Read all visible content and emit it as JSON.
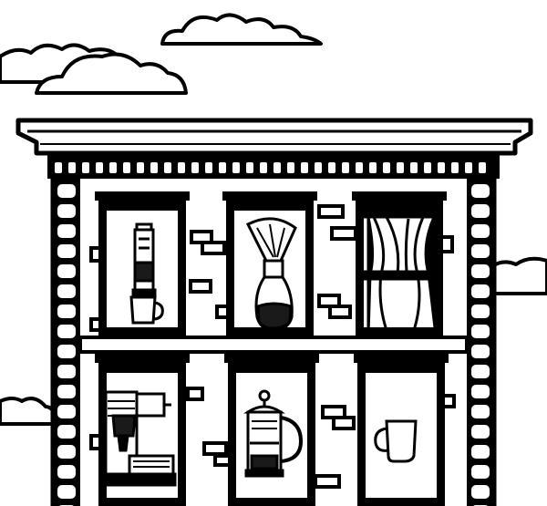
{
  "colors": {
    "ink": "#000000",
    "paper": "#ffffff",
    "coffee": "#1a1a1a"
  },
  "windows": [
    {
      "row": 1,
      "col": 1,
      "icon": "aeropress-icon"
    },
    {
      "row": 1,
      "col": 2,
      "icon": "chemex-icon"
    },
    {
      "row": 1,
      "col": 3,
      "icon": "curtain-icon"
    },
    {
      "row": 2,
      "col": 1,
      "icon": "espresso-machine-icon"
    },
    {
      "row": 2,
      "col": 2,
      "icon": "french-press-icon"
    },
    {
      "row": 2,
      "col": 3,
      "icon": "mug-icon"
    }
  ]
}
